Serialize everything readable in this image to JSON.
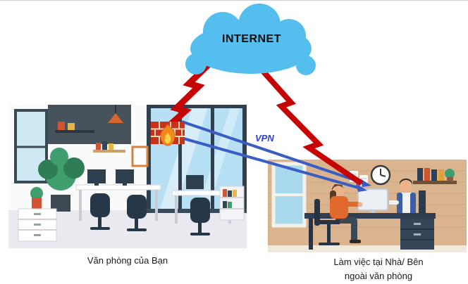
{
  "diagram": {
    "internet_label": "INTERNET",
    "vpn_label": "VPN",
    "captions": {
      "office": "Văn phòng của Bạn",
      "remote_line1": "Làm việc tại Nhà/ Bên",
      "remote_line2": "ngoài văn phòng"
    },
    "colors": {
      "cloud_blue": "#54BFEE",
      "bolt_red": "#C60404",
      "vpn_line_blue": "#3A5CC5",
      "vpn_text_blue": "#2B3FD0",
      "firewall_brick_red": "#C9311B",
      "flame_orange": "#F08A1D",
      "home_wall_tan": "#D9B48E"
    },
    "icons": {
      "cloud": "internet-cloud-icon",
      "lightning": "lightning-bolt-icon",
      "firewall": "firewall-icon",
      "clock": "wall-clock-icon",
      "vpn_tunnel": "vpn-tunnel-arrows"
    }
  }
}
